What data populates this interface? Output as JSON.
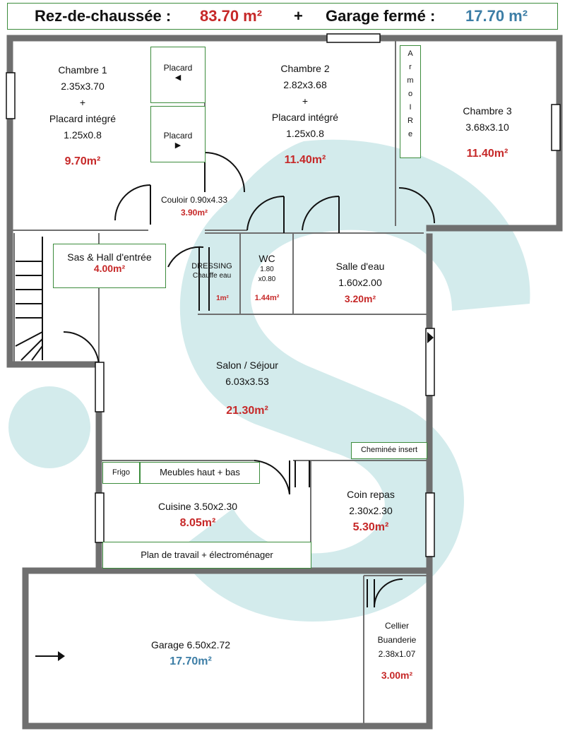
{
  "header": {
    "label_ground": "Rez-de-chaussée :",
    "area_ground": "83.70 m²",
    "plus": "+",
    "label_garage": "Garage fermé :",
    "area_garage": "17.70 m²"
  },
  "colors": {
    "area_red": "#c62828",
    "area_blue": "#3d7ea6",
    "frame_green": "#3c8c3c",
    "watermark": "#d3ebec"
  },
  "rooms": {
    "chambre1": {
      "name": "Chambre 1",
      "dims": "2.35x3.70",
      "plus": "+",
      "extra": "Placard intégré",
      "extra_dims": "1.25x0.8",
      "area": "9.70m²"
    },
    "chambre2": {
      "name": "Chambre 2",
      "dims": "2.82x3.68",
      "plus": "+",
      "extra": "Placard intégré",
      "extra_dims": "1.25x0.8",
      "area": "11.40m²"
    },
    "chambre3": {
      "name": "Chambre 3",
      "dims": "3.68x3.10",
      "area": "11.40m²"
    },
    "couloir": {
      "name": "Couloir 0.90x4.33",
      "area": "3.90m²"
    },
    "sas": {
      "name": "Sas & Hall d'entrée",
      "area": "4.00m²"
    },
    "dressing": {
      "name": "DRESSING",
      "sub": "Chauffe eau",
      "area": "1m²"
    },
    "wc": {
      "name": "WC",
      "dims1": "1.80",
      "dims2": "x0.80",
      "area": "1.44m²"
    },
    "salle_eau": {
      "name": "Salle d'eau",
      "dims": "1.60x2.00",
      "area": "3.20m²"
    },
    "salon": {
      "name": "Salon / Séjour",
      "dims": "6.03x3.53",
      "area": "21.30m²"
    },
    "cuisine": {
      "name": "Cuisine 3.50x2.30",
      "area": "8.05m²"
    },
    "coin_repas": {
      "name": "Coin repas",
      "dims": "2.30x2.30",
      "area": "5.30m²"
    },
    "garage": {
      "name": "Garage 6.50x2.72",
      "area": "17.70m²"
    },
    "cellier": {
      "name1": "Cellier",
      "name2": "Buanderie",
      "dims": "2.38x1.07",
      "area": "3.00m²"
    }
  },
  "fixtures": {
    "placard_top": "Placard",
    "placard_bottom": "Placard",
    "armoire_letters": [
      "A",
      "r",
      "m",
      "o",
      "I",
      "R",
      "e"
    ],
    "frigo": "Frigo",
    "meubles": "Meubles haut + bas",
    "plan_travail": "Plan de travail + électroménager",
    "cheminee": "Cheminée insert"
  }
}
